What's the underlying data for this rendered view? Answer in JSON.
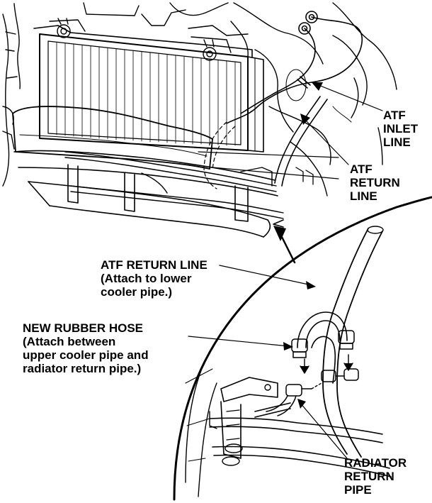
{
  "labels": {
    "atf_inlet_line": [
      "ATF",
      "INLET",
      "LINE"
    ],
    "atf_return_line": [
      "ATF",
      "RETURN",
      "LINE"
    ],
    "atf_return_line_detail": [
      "ATF RETURN LINE",
      "(Attach to lower",
      "cooler pipe.)"
    ],
    "new_rubber_hose": [
      "NEW RUBBER HOSE",
      "(Attach between",
      "upper cooler pipe and",
      "radiator return pipe.)"
    ],
    "radiator_return_pipe": [
      "RADIATOR",
      "RETURN",
      "PIPE"
    ]
  },
  "colors": {
    "ink": "#000000",
    "paper": "#ffffff"
  }
}
